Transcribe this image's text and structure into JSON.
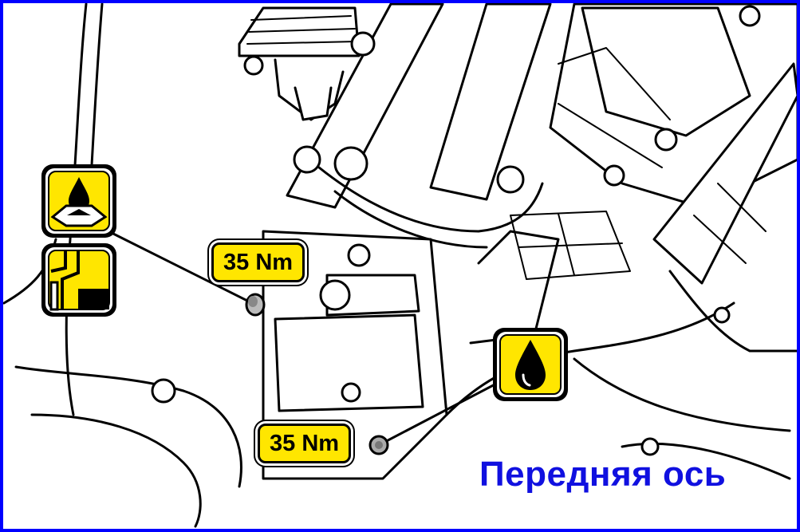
{
  "colors": {
    "frame": "#0000ff",
    "label_fill": "#ffe600",
    "caption": "#1010e0"
  },
  "callouts": {
    "upper_torque": "35 Nm",
    "lower_torque": "35 Nm"
  },
  "icons": {
    "upper_symbols": [
      "sealant-drop-icon",
      "pipe-fitting-icon"
    ],
    "lower_symbol": "oil-drop-icon"
  },
  "caption": "Передняя ось"
}
